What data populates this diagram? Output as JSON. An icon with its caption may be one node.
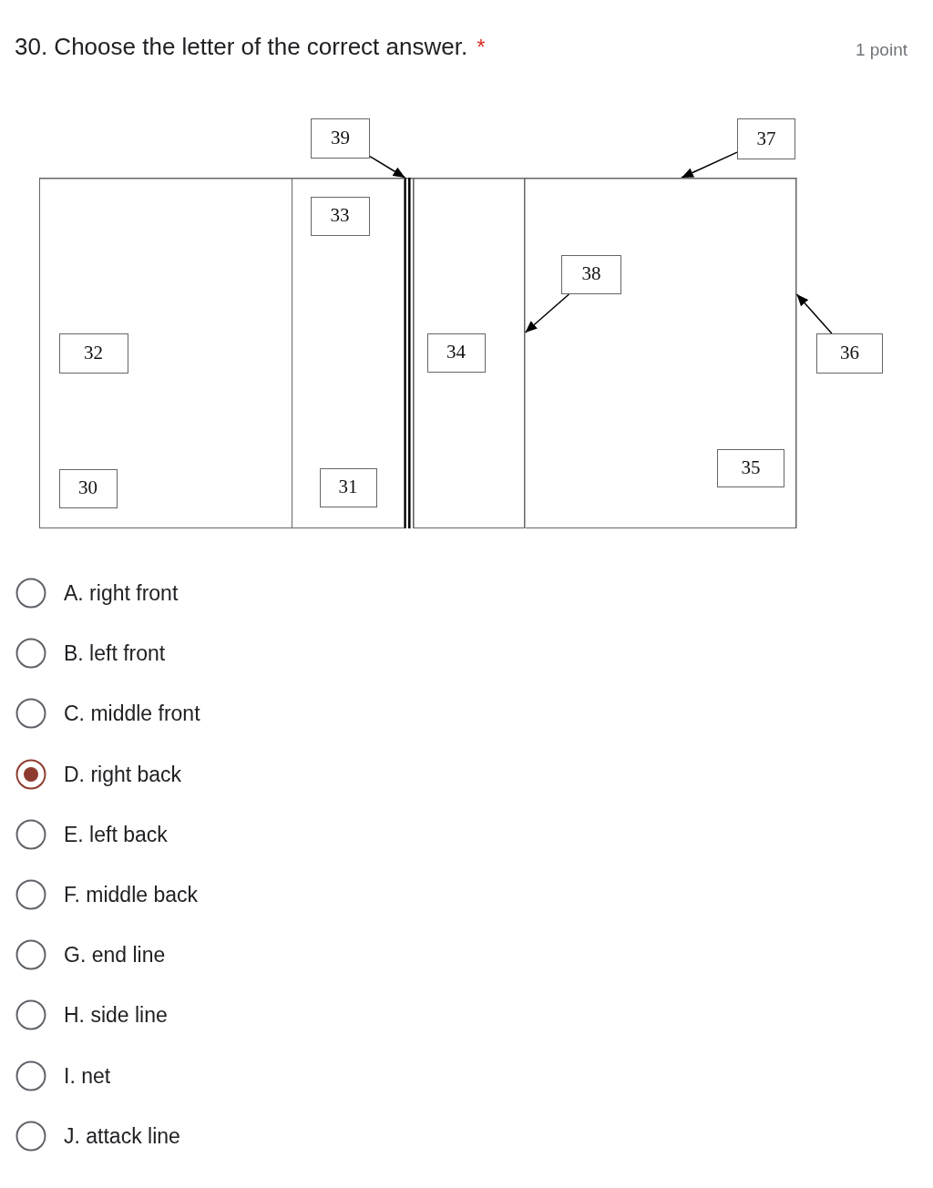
{
  "diagram": {
    "title": "30. Choose the letter of the correct answer.",
    "nodes": [
      {
        "text": [
          "39"
        ]
      },
      {
        "text": [
          "37"
        ]
      },
      {
        "text": [],
        "shape": "line"
      },
      {
        "text": [],
        "shape": "box"
      },
      {
        "text": [
          "32"
        ],
        "in": 3
      },
      {
        "text": [
          "30"
        ],
        "in": 3
      },
      {
        "text": [],
        "shape": "box"
      },
      {
        "text": [
          "33"
        ],
        "in": 6
      },
      {
        "text": [
          "31"
        ],
        "in": 6
      },
      {
        "text": [],
        "shape": "line"
      },
      {
        "text": [],
        "shape": "box"
      },
      {
        "text": [
          "34"
        ],
        "in": 10
      },
      {
        "text": [],
        "shape": "line"
      },
      {
        "text": [],
        "shape": "box"
      },
      {
        "text": [
          "38"
        ],
        "in": 13
      },
      {
        "text": [
          "35"
        ],
        "in": 13
      },
      {
        "text": [],
        "shape": "line"
      },
      {
        "text": [
          "36"
        ]
      }
    ],
    "edges": [
      {
        "from": 0,
        "to": 9,
        "arrow": "to"
      },
      {
        "from": 1,
        "to": 2,
        "arrow": "to"
      },
      {
        "from": 14,
        "to": 12,
        "arrow": "to"
      },
      {
        "from": 17,
        "to": 16,
        "arrow": "to"
      }
    ],
    "labels": [
      "*",
      "1 point",
      "A. right front",
      "B. left front",
      "C. middle front",
      "D. right back",
      "E. left back",
      "F. middle back",
      "G. end line",
      "H. side line",
      "I. net",
      "J. attack line"
    ]
  }
}
